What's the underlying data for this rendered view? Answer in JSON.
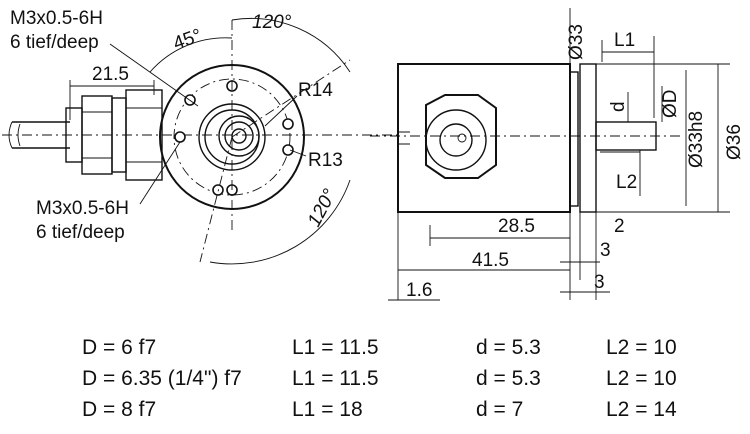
{
  "labels": {
    "thread_top_1": "M3x0.5-6H",
    "thread_top_2": "6 tief/deep",
    "thread_bottom_1": "M3x0.5-6H",
    "thread_bottom_2": "6 tief/deep",
    "angle_45": "45°",
    "angle_120_top": "120°",
    "angle_120_bottom": "120°",
    "dim_21_5": "21.5",
    "r14": "R14",
    "r13": "R13",
    "dia_33": "Ø33",
    "l1": "L1",
    "d_small": "d",
    "dia_D": "ØD",
    "dia_33h8": "Ø33h8",
    "dia_36": "Ø36",
    "l2": "L2",
    "dim_28_5": "28.5",
    "dim_2": "2",
    "dim_3a": "3",
    "dim_41_5": "41.5",
    "dim_3b": "3",
    "dim_1_6": "1.6"
  },
  "table": {
    "rows": [
      {
        "D": "D = 6 f7",
        "L1": "L1 = 11.5",
        "d": "d = 5.3",
        "L2": "L2 = 10"
      },
      {
        "D": "D = 6.35 (1/4\") f7",
        "L1": "L1 = 11.5",
        "d": "d = 5.3",
        "L2": "L2 = 10"
      },
      {
        "D": "D = 8 f7",
        "L1": "L1 = 18",
        "d": "d = 7",
        "L2": "L2 = 14"
      }
    ]
  }
}
